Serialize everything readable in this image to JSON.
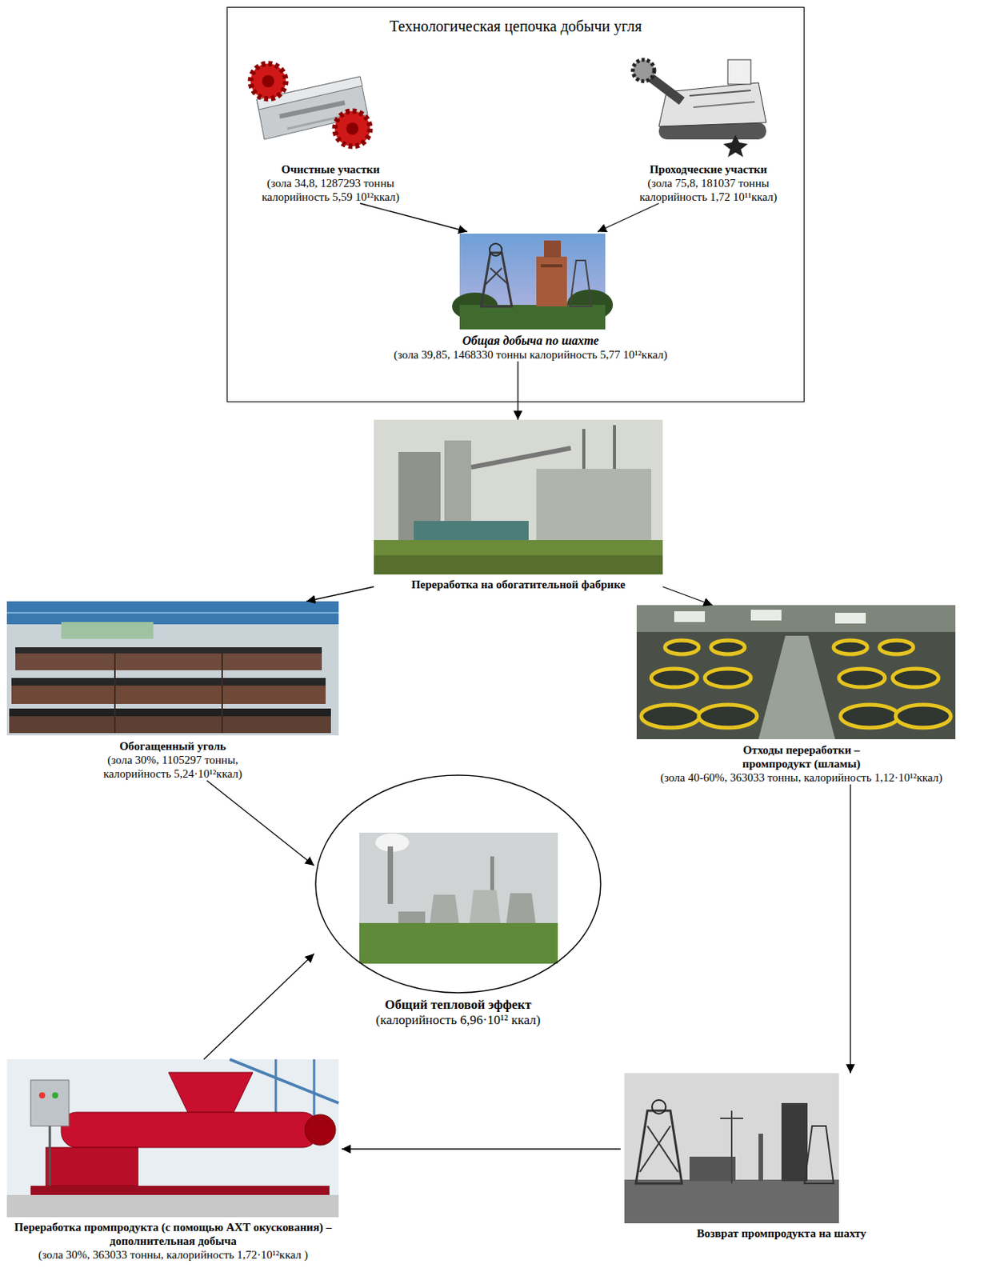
{
  "diagram": {
    "nodes": [
      {
        "text": [
          "Технологическая цепочка добычи угля"
        ]
      },
      {
        "text": [
          "Очистные участки",
          "(зола 34,8, 1287293 тонны калорийность 5,59 10¹²ккал)"
        ],
        "in": 0
      },
      {
        "text": [
          "Проходческие участки",
          "(зола 75,8, 181037 тонны калорийность 1,72 10¹¹ккал)"
        ],
        "in": 0
      },
      {
        "text": [
          "Общая добыча по шахте",
          "(зола 39,85, 1468330 тонны калорийность 5,77 10¹²ккал)"
        ],
        "in": 0
      },
      {
        "text": [
          "Переработка на обогатительной фабрике"
        ]
      },
      {
        "text": [
          "Обогащенный уголь",
          "(зола 30%, 1105297 тонны, калорийность 5,24·10¹²ккал)"
        ]
      },
      {
        "text": [
          "Отходы переработки – промпродукт (шламы)",
          "(зола 40-60%, 363033 тонны, калорийность 1,12·10¹²ккал)"
        ]
      },
      {
        "text": [
          "Общий тепловой эффект",
          "(калорийность 6,96·10¹² ккал)"
        ]
      },
      {
        "text": [
          "Переработка промпродукта (с помощью АХТ окускования) – дополнительная добыча",
          "(зола 30%, 363033 тонны, калорийность 1,72·10¹²ккал )"
        ]
      },
      {
        "text": [
          "Возврат промпродукта на шахту"
        ]
      }
    ],
    "edges": [
      {
        "from": 1,
        "to": 3,
        "arrow": "to"
      },
      {
        "from": 2,
        "to": 3,
        "arrow": "to"
      },
      {
        "from": 3,
        "to": 4,
        "arrow": "to"
      },
      {
        "from": 4,
        "to": 5,
        "arrow": "to"
      },
      {
        "from": 4,
        "to": 6,
        "arrow": "to"
      },
      {
        "from": 5,
        "to": 7,
        "arrow": "to"
      },
      {
        "from": 6,
        "to": 9,
        "arrow": "to"
      },
      {
        "from": 9,
        "to": 8,
        "arrow": "to"
      },
      {
        "from": 8,
        "to": 7,
        "arrow": "to"
      }
    ]
  }
}
